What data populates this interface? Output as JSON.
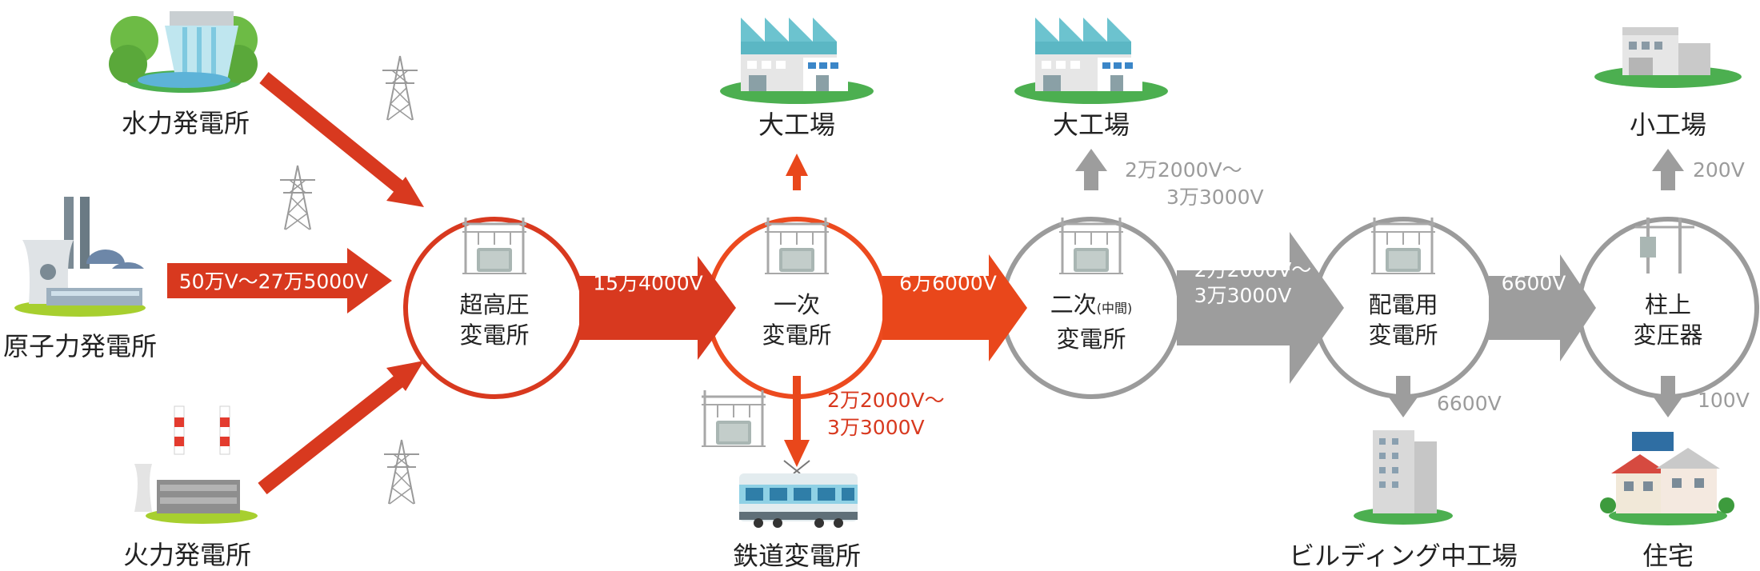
{
  "colors": {
    "red_arrow": "#d8391f",
    "orange_arrow": "#e9471b",
    "gray_arrow": "#9d9d9d",
    "red_circle": "#d8391f",
    "orange_circle": "#ec4a1f",
    "gray_circle": "#9b9b9b",
    "ground_green": "#5cb85c"
  },
  "sources": {
    "hydro": "水力発電所",
    "nuclear": "原子力発電所",
    "thermal": "火力発電所"
  },
  "substations": {
    "ultra_high_line1": "超高圧",
    "ultra_high_line2": "変電所",
    "primary_line1": "一次",
    "primary_line2": "変電所",
    "secondary_line1": "二次",
    "secondary_small": "(中間)",
    "secondary_line2": "変電所",
    "distribution_line1": "配電用",
    "distribution_line2": "変電所",
    "pole_line1": "柱上",
    "pole_line2": "変圧器"
  },
  "consumers": {
    "large_factory_1": "大工場",
    "large_factory_2": "大工場",
    "small_factory": "小工場",
    "railway": "鉄道変電所",
    "building": "ビルディング中工場",
    "house": "住宅"
  },
  "voltages": {
    "source_to_ultra": "50万V〜27万5000V",
    "ultra_to_primary": "15万4000V",
    "primary_to_secondary": "6万6000V",
    "secondary_to_distribution_1": "2万2000V〜",
    "secondary_to_distribution_2": "3万3000V",
    "distribution_to_pole": "6600V",
    "railway_1": "2万2000V〜",
    "railway_2": "3万3000V",
    "secondary_factory_1": "2万2000V〜",
    "secondary_factory_2": "3万3000V",
    "building": "6600V",
    "small_factory": "200V",
    "house": "100V"
  },
  "icons": [
    "hydro-dam-icon",
    "nuclear-plant-icon",
    "thermal-plant-icon",
    "transmission-tower-icon",
    "transformer-icon",
    "factory-icon",
    "train-icon",
    "building-icon",
    "house-icon"
  ]
}
